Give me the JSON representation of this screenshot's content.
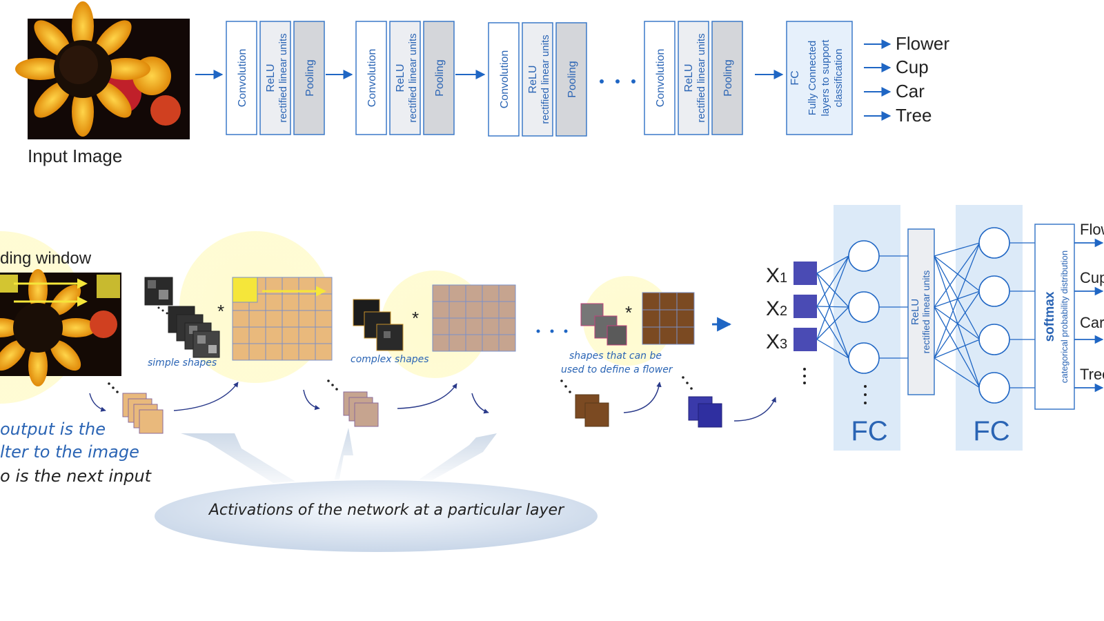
{
  "top": {
    "input_label": "Input Image",
    "conv_label": "Convolution",
    "relu_label": "ReLU",
    "relu_sub": "rectified linear units",
    "pool_label": "Pooling",
    "fc_label": "FC",
    "fc_desc_1": "Fully Connected",
    "fc_desc_2": "layers to support",
    "fc_desc_3": "classification",
    "outputs": [
      "Flower",
      "Cup",
      "Car",
      "Tree"
    ]
  },
  "bottom": {
    "sliding_window": "ding window",
    "simple_shapes": "simple shapes",
    "complex_shapes": "complex shapes",
    "flower_shapes_1": "shapes that can be",
    "flower_shapes_2": "used to define a flower",
    "caption_1": "output is the",
    "caption_2": "lter to the image",
    "caption_3": "o is the next input",
    "activations": "Activations of the network at a particular layer",
    "inputs": [
      "X",
      "X",
      "X"
    ],
    "input_subs": [
      "1",
      "2",
      "3"
    ],
    "relu_label": "ReLU",
    "relu_sub": "rectified linear units",
    "fc_label": "FC",
    "softmax": "softmax",
    "softmax_sub": "categorical probability distribution",
    "outputs": [
      "Flow",
      "Cup",
      "Car",
      "Tree"
    ]
  },
  "colors": {
    "line_blue": "#1f66c4",
    "panel_fill": "#dceaf8",
    "relu_fill": "#eceef2",
    "pool_fill": "#d4d6da",
    "filter_tan": "#e9b97c",
    "filter_brown": "#7b4a22",
    "node_blue": "#4a4bb4",
    "highlight": "#fff7b8"
  },
  "icons": [
    "sunflower-image",
    "arrow-right-icon"
  ]
}
